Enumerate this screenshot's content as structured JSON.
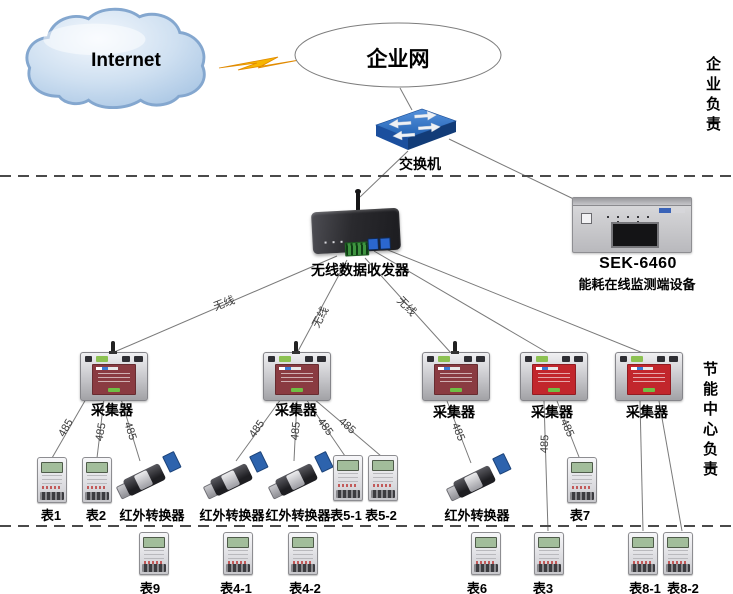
{
  "side_labels": {
    "enterprise": "企业负责",
    "energy_center": "节能中心负责"
  },
  "cloud": {
    "label": "Internet"
  },
  "enterprise_network": {
    "label": "企业网"
  },
  "switch": {
    "label": "交换机"
  },
  "transceiver": {
    "label": "无线数据收发器"
  },
  "monitor_device": {
    "model": "SEK-6460",
    "name": "能耗在线监测端设备"
  },
  "link_labels": {
    "wireless": "无线",
    "bus": "485"
  },
  "collectors": [
    {
      "label": "采集器"
    },
    {
      "label": "采集器"
    },
    {
      "label": "采集器"
    },
    {
      "label": "采集器"
    },
    {
      "label": "采集器"
    }
  ],
  "devices_row1": [
    {
      "label": "表1",
      "type": "meter"
    },
    {
      "label": "表2",
      "type": "meter"
    },
    {
      "label": "红外转换器",
      "type": "ir-converter"
    },
    {
      "label": "红外转换器",
      "type": "ir-converter"
    },
    {
      "label": "红外转换器",
      "type": "ir-converter"
    },
    {
      "label": "表5-1",
      "type": "meter"
    },
    {
      "label": "表5-2",
      "type": "meter"
    },
    {
      "label": "红外转换器",
      "type": "ir-converter"
    },
    {
      "label": "表7",
      "type": "meter"
    }
  ],
  "devices_row2": [
    {
      "label": "表9",
      "type": "meter"
    },
    {
      "label": "表4-1",
      "type": "meter"
    },
    {
      "label": "表4-2",
      "type": "meter"
    },
    {
      "label": "表6",
      "type": "meter"
    },
    {
      "label": "表3",
      "type": "meter"
    },
    {
      "label": "表8-1",
      "type": "meter"
    },
    {
      "label": "表8-2",
      "type": "meter"
    }
  ],
  "colors": {
    "line": "#7a7a7a",
    "dashed_divider": "#4a4a4a",
    "collector_panel_dark": "#8a3b41",
    "collector_panel_bright": "#c2262c",
    "switch_blue": "#2e6fc0",
    "bolt_orange": "#f0a000",
    "cloud_fill": "#cfe0f1",
    "meter_lcd": "#a2bd9b"
  }
}
